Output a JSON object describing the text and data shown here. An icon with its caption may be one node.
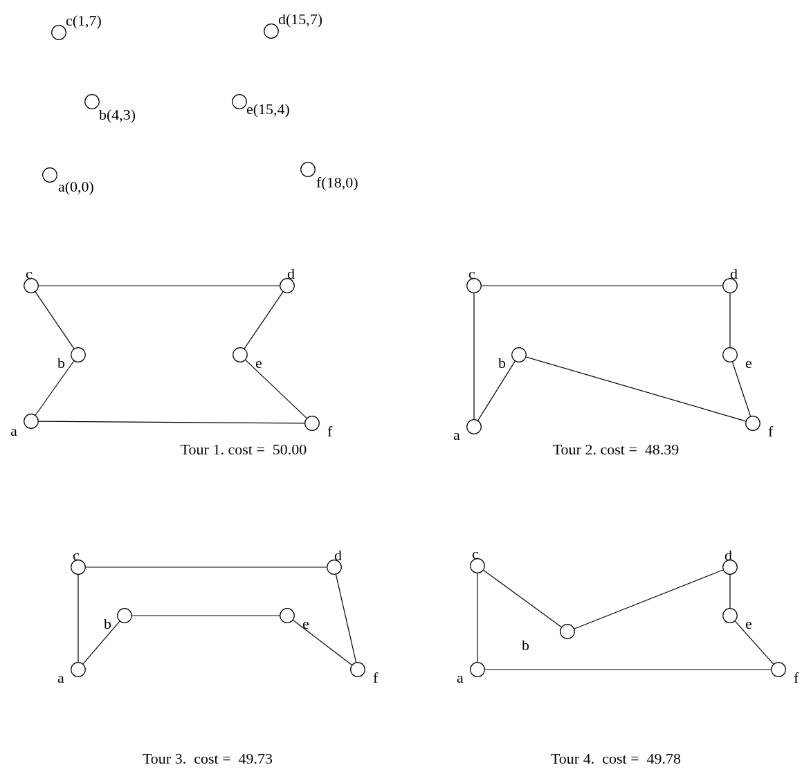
{
  "diagram": {
    "nodes": [
      {
        "text": [],
        "shape": "circle",
        "beside": [
          "c(1,7)"
        ]
      },
      {
        "text": [],
        "shape": "circle",
        "beside": [
          "d(15,7)"
        ]
      },
      {
        "text": [],
        "shape": "circle",
        "beside": [
          "b(4,3)"
        ]
      },
      {
        "text": [],
        "shape": "circle",
        "beside": [
          "e(15,4)"
        ]
      },
      {
        "text": [],
        "shape": "circle",
        "beside": [
          "a(0,0)"
        ]
      },
      {
        "text": [],
        "shape": "circle",
        "beside": [
          "f(18,0)"
        ]
      },
      {
        "text": [],
        "shape": "circle",
        "beside": [
          "c"
        ]
      },
      {
        "text": [],
        "shape": "circle",
        "beside": [
          "d"
        ]
      },
      {
        "text": [],
        "shape": "circle",
        "beside": [
          "b"
        ]
      },
      {
        "text": [],
        "shape": "circle",
        "beside": [
          "e"
        ]
      },
      {
        "text": [],
        "shape": "circle",
        "beside": [
          "a"
        ]
      },
      {
        "text": [],
        "shape": "circle",
        "beside": [
          "f"
        ]
      },
      {
        "text": [],
        "shape": "circle",
        "beside": [
          "c"
        ]
      },
      {
        "text": [],
        "shape": "circle",
        "beside": [
          "d"
        ]
      },
      {
        "text": [],
        "shape": "circle",
        "beside": [
          "b"
        ]
      },
      {
        "text": [],
        "shape": "circle",
        "beside": [
          "e"
        ]
      },
      {
        "text": [],
        "shape": "circle",
        "beside": [
          "a"
        ]
      },
      {
        "text": [],
        "shape": "circle",
        "beside": [
          "f"
        ]
      },
      {
        "text": [],
        "shape": "circle",
        "beside": [
          "c"
        ]
      },
      {
        "text": [],
        "shape": "circle",
        "beside": [
          "d"
        ]
      },
      {
        "text": [],
        "shape": "circle",
        "beside": [
          "b"
        ]
      },
      {
        "text": [],
        "shape": "circle",
        "beside": [
          "e"
        ]
      },
      {
        "text": [],
        "shape": "circle",
        "beside": [
          "a"
        ]
      },
      {
        "text": [],
        "shape": "circle",
        "beside": [
          "f"
        ]
      },
      {
        "text": [],
        "shape": "circle",
        "beside": [
          "c"
        ]
      },
      {
        "text": [],
        "shape": "circle",
        "beside": [
          "d"
        ]
      },
      {
        "text": [],
        "shape": "circle",
        "beside": [
          "b"
        ]
      },
      {
        "text": [],
        "shape": "circle",
        "beside": [
          "e"
        ]
      },
      {
        "text": [],
        "shape": "circle",
        "beside": [
          "a"
        ]
      },
      {
        "text": [],
        "shape": "circle",
        "beside": [
          "f"
        ]
      }
    ],
    "edges": [
      {
        "from": 6,
        "to": 7,
        "arrow": "none"
      },
      {
        "from": 6,
        "to": 8,
        "arrow": "none"
      },
      {
        "from": 8,
        "to": 10,
        "arrow": "none"
      },
      {
        "from": 10,
        "to": 11,
        "arrow": "none"
      },
      {
        "from": 11,
        "to": 9,
        "arrow": "none"
      },
      {
        "from": 9,
        "to": 7,
        "arrow": "none"
      },
      {
        "from": 12,
        "to": 13,
        "arrow": "none"
      },
      {
        "from": 13,
        "to": 15,
        "arrow": "none"
      },
      {
        "from": 15,
        "to": 17,
        "arrow": "none"
      },
      {
        "from": 17,
        "to": 14,
        "arrow": "none"
      },
      {
        "from": 14,
        "to": 16,
        "arrow": "none"
      },
      {
        "from": 16,
        "to": 12,
        "arrow": "none"
      },
      {
        "from": 18,
        "to": 19,
        "arrow": "none"
      },
      {
        "from": 19,
        "to": 23,
        "arrow": "none"
      },
      {
        "from": 23,
        "to": 21,
        "arrow": "none"
      },
      {
        "from": 21,
        "to": 20,
        "arrow": "none"
      },
      {
        "from": 20,
        "to": 22,
        "arrow": "none"
      },
      {
        "from": 22,
        "to": 18,
        "arrow": "none"
      },
      {
        "from": 24,
        "to": 26,
        "arrow": "none"
      },
      {
        "from": 26,
        "to": 25,
        "arrow": "none"
      },
      {
        "from": 25,
        "to": 27,
        "arrow": "none"
      },
      {
        "from": 27,
        "to": 29,
        "arrow": "none"
      },
      {
        "from": 29,
        "to": 28,
        "arrow": "none"
      },
      {
        "from": 28,
        "to": 24,
        "arrow": "none"
      }
    ],
    "labels": [
      "Tour 1. cost =  50.00",
      "Tour 2. cost =  48.39",
      "Tour 3.  cost =  49.73",
      "Tour 4.  cost =  49.78"
    ]
  }
}
